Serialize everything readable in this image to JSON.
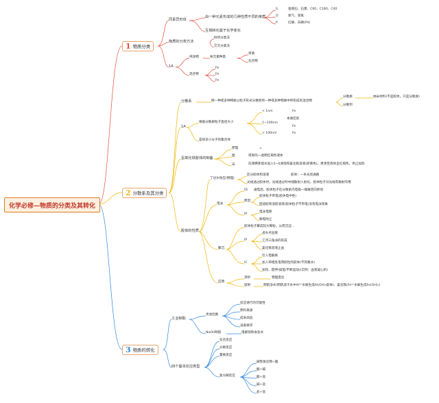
{
  "root": "化学必修—物质的分类及其转化",
  "s1": {
    "num": "1",
    "label": "物质分类",
    "a": "同素异形体",
    "a_desc": "由一种元素形成的几种性质不同的单质",
    "el_s": "S",
    "el_s_v": "金刚石、石墨、C60、C180、C40",
    "el_o": "O",
    "el_o_v": "氧气、臭氧",
    "el_p": "P",
    "el_p_v": "红磷、白磷(P4)",
    "a_conv": "互相转化属于化学变化",
    "b": "物质的分类方法",
    "b1": "树状分类法",
    "b2": "交叉分类法",
    "c": "1A",
    "c1": "纯净物",
    "c1a": "按元素种类",
    "c1a1": "单质",
    "c1a2": "化合物",
    "c2": "混合物",
    "c2a": "Fe",
    "c2b": "Fe",
    "c2c": "Fe"
  },
  "s2": {
    "num": "2",
    "label": "分散系及其分类",
    "a": "分散系",
    "a_desc": "把一种或多种物质以粒子形式分散到另一种或多种物质中所形成的混合物",
    "a_r1": "分散质",
    "a_r1v": "纳米材料(不是胶体，只是分散质)",
    "a_r2": "分散剂",
    "b": "1A",
    "b1": "根据分散质粒子直径大小",
    "b1a": "< 1nm",
    "b1a_v": "Fe",
    "b1b": "1~100nm",
    "b1b_v1": "本质区别",
    "b1b_v2": "Fe",
    "b1c": "> 100nm",
    "b1c_v": "Fe",
    "b2": "是很多小分子的集合体",
    "c": "氢氧化铁胶体的制备",
    "c1": "原理",
    "c1v": "=",
    "c2": "图",
    "c2v": "得到的一透明红褐色液体",
    "c3": "去",
    "c3v": "向沸腾蒸馏水加入5~6滴饱和氯化铁溶液(即黄色)，煮沸至液体呈红褐色，停止加热",
    "d": "胶体的性质",
    "d1": "丁达尔效应(物理)",
    "d1a": "区分胶体和溶液",
    "d1a_v": "胶体：一条光亮通路",
    "d1b": "光线透过胶体时，光线透过时中随散射入射光，胶体粒子对光线有散射作用",
    "d2": "电泳",
    "d2a": "ID",
    "d2a_v": "通电后，胶体粒子在分散系内电极一端做定向移动",
    "d2b": "原因",
    "d2b1": "胶体粒子带电(胶体电中性)",
    "d2b2": "固溶胶和溶胶溶液(胶体粒子不带电)没有电泳现象",
    "d2c": "IP",
    "d2c1": "电泳电镀",
    "d2c2": "静电除尘",
    "d3": "聚沉",
    "d3a": "胶体粒子聚成较大颗粒，从而沉淀...",
    "d3b": "IP",
    "d3b1": "卤水点豆腐",
    "d3b2": "江河三角洲的形成",
    "d3b3": "氯化铁溶液止血",
    "d3c": "IC",
    "d3c1": "引入电解质",
    "d3c2": "加入带相反电荷胶粒的胶体(不同集水)",
    "d3c3": "加热、搅拌(揉搓/不断运动)(实例：血液凝心机)",
    "d4": "应用",
    "d4a": "渗析",
    "d4a_v": "物理变化",
    "d4b": "吸附",
    "d4b_v": "明矾净水(明矾溶于水中Al³⁺水解生成Al(OH)₃胶体)、氯化铁(Fe³⁺水解生成Fe(OH)₃)"
  },
  "s3": {
    "num": "3",
    "label": "物质的转化",
    "a": "工业制取",
    "a1": "考虑因素",
    "a1a": "反应进行的可能性",
    "a1b": "原料来源",
    "a1c": "成本高低",
    "a1d": "设备要求",
    "a2": "NaOH制取",
    "a2v": "电解饱和食盐水",
    "b": "四个基本反应类型",
    "b1": "化合反应",
    "b2": "分解反应",
    "b3": "置换反应",
    "b4": "复分解反应",
    "b4a": "碱性氧化物+酸",
    "b4b": "酸+碱",
    "b4c": "酸+盐",
    "b4d": "碱+盐",
    "b4e": "盐+盐"
  }
}
